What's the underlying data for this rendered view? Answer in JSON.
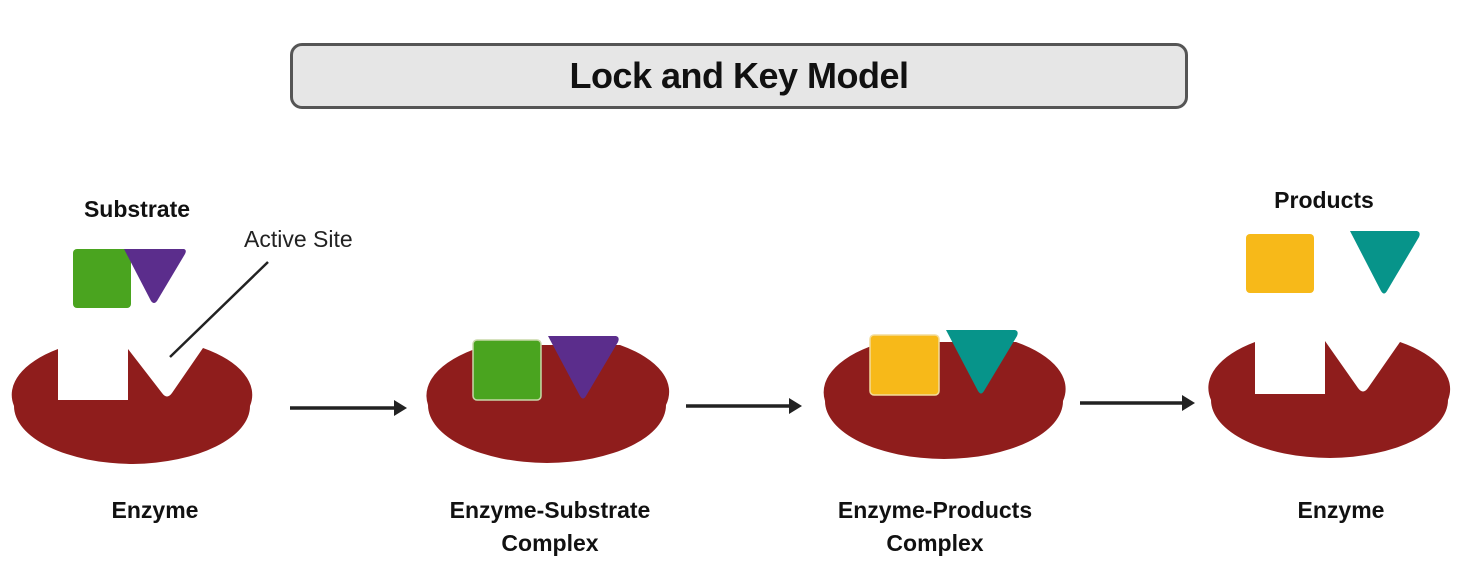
{
  "title": "Lock and Key Model",
  "labels": {
    "substrate": "Substrate",
    "active_site": "Active Site",
    "products": "Products",
    "stage_1": "Enzyme",
    "stage_2_line1": "Enzyme-Substrate",
    "stage_2_line2": "Complex",
    "stage_3_line1": "Enzyme-Products",
    "stage_3_line2": "Complex",
    "stage_4": "Enzyme"
  },
  "colors": {
    "enzyme": "#8f1d1c",
    "substrate_square": "#4aa41f",
    "substrate_triangle": "#5b2d8c",
    "product_square": "#f7b919",
    "product_triangle": "#07948a",
    "arrow": "#222222",
    "title_bg": "#e6e6e6"
  },
  "stages": [
    "Enzyme",
    "Enzyme-Substrate Complex",
    "Enzyme-Products Complex",
    "Enzyme"
  ]
}
